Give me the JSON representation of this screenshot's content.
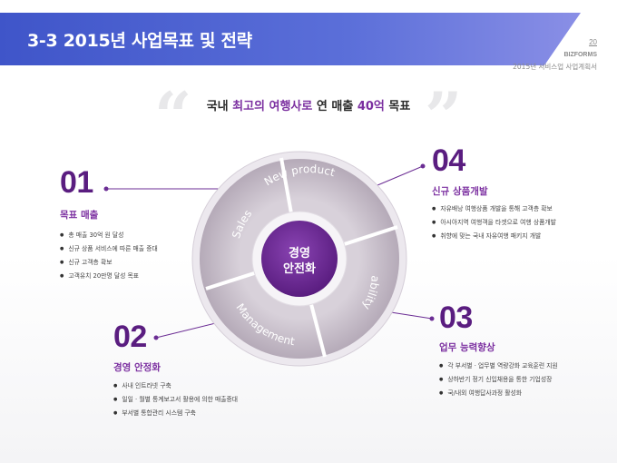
{
  "header": {
    "title": "3-3 2015년 사업목표 및 전략",
    "page_number": "20",
    "brand": "BIZFORMS",
    "doc_name": "2015년 서비스업 사업계획서"
  },
  "headline": {
    "part1": "국내 ",
    "highlight1": "최고의 여행사로",
    "part2": " 연 매출 ",
    "highlight2": "40억",
    "part3": " 목표"
  },
  "wheel": {
    "center": [
      "경영",
      "안전화"
    ],
    "segments": [
      "New product",
      "ability",
      "Management",
      "Sales"
    ]
  },
  "sections": [
    {
      "number": "01",
      "title": "목표 매출",
      "items": [
        "총 매출 30억 원 달성",
        "신규 상품 서비스에 따른 매출 증대",
        "신규 고객층 확보",
        "고객유치 20만명 달성 목표"
      ]
    },
    {
      "number": "04",
      "title": "신규 상품개발",
      "items": [
        "자유배낭 여행상품 개발을 통해 고객층 확보",
        "아시아지역 여행객을 타겟으로 여행 상품개발",
        "취향에 맞는 국내 자유여행 패키지 개발"
      ]
    },
    {
      "number": "02",
      "title": "경영 안정화",
      "items": [
        "사내 인트라넷 구축",
        "일일 · 월별 통계보고서 활용에 의한 매출증대",
        "부서별 통합관리 시스템 구축"
      ]
    },
    {
      "number": "03",
      "title": "업무 능력향상",
      "items": [
        "각 부서별 · 업무별 역량강화 교육훈련 지원",
        "상하반기 정기 신입채용을 통한 기업성장",
        "국/내외 여행답사과정 활성화"
      ]
    }
  ],
  "colors": {
    "title_bar": "#5a6fd8",
    "accent_purple": "#5a1d80",
    "wheel_gray": "#bdb3c0",
    "center_purple": "#6b2d94"
  }
}
